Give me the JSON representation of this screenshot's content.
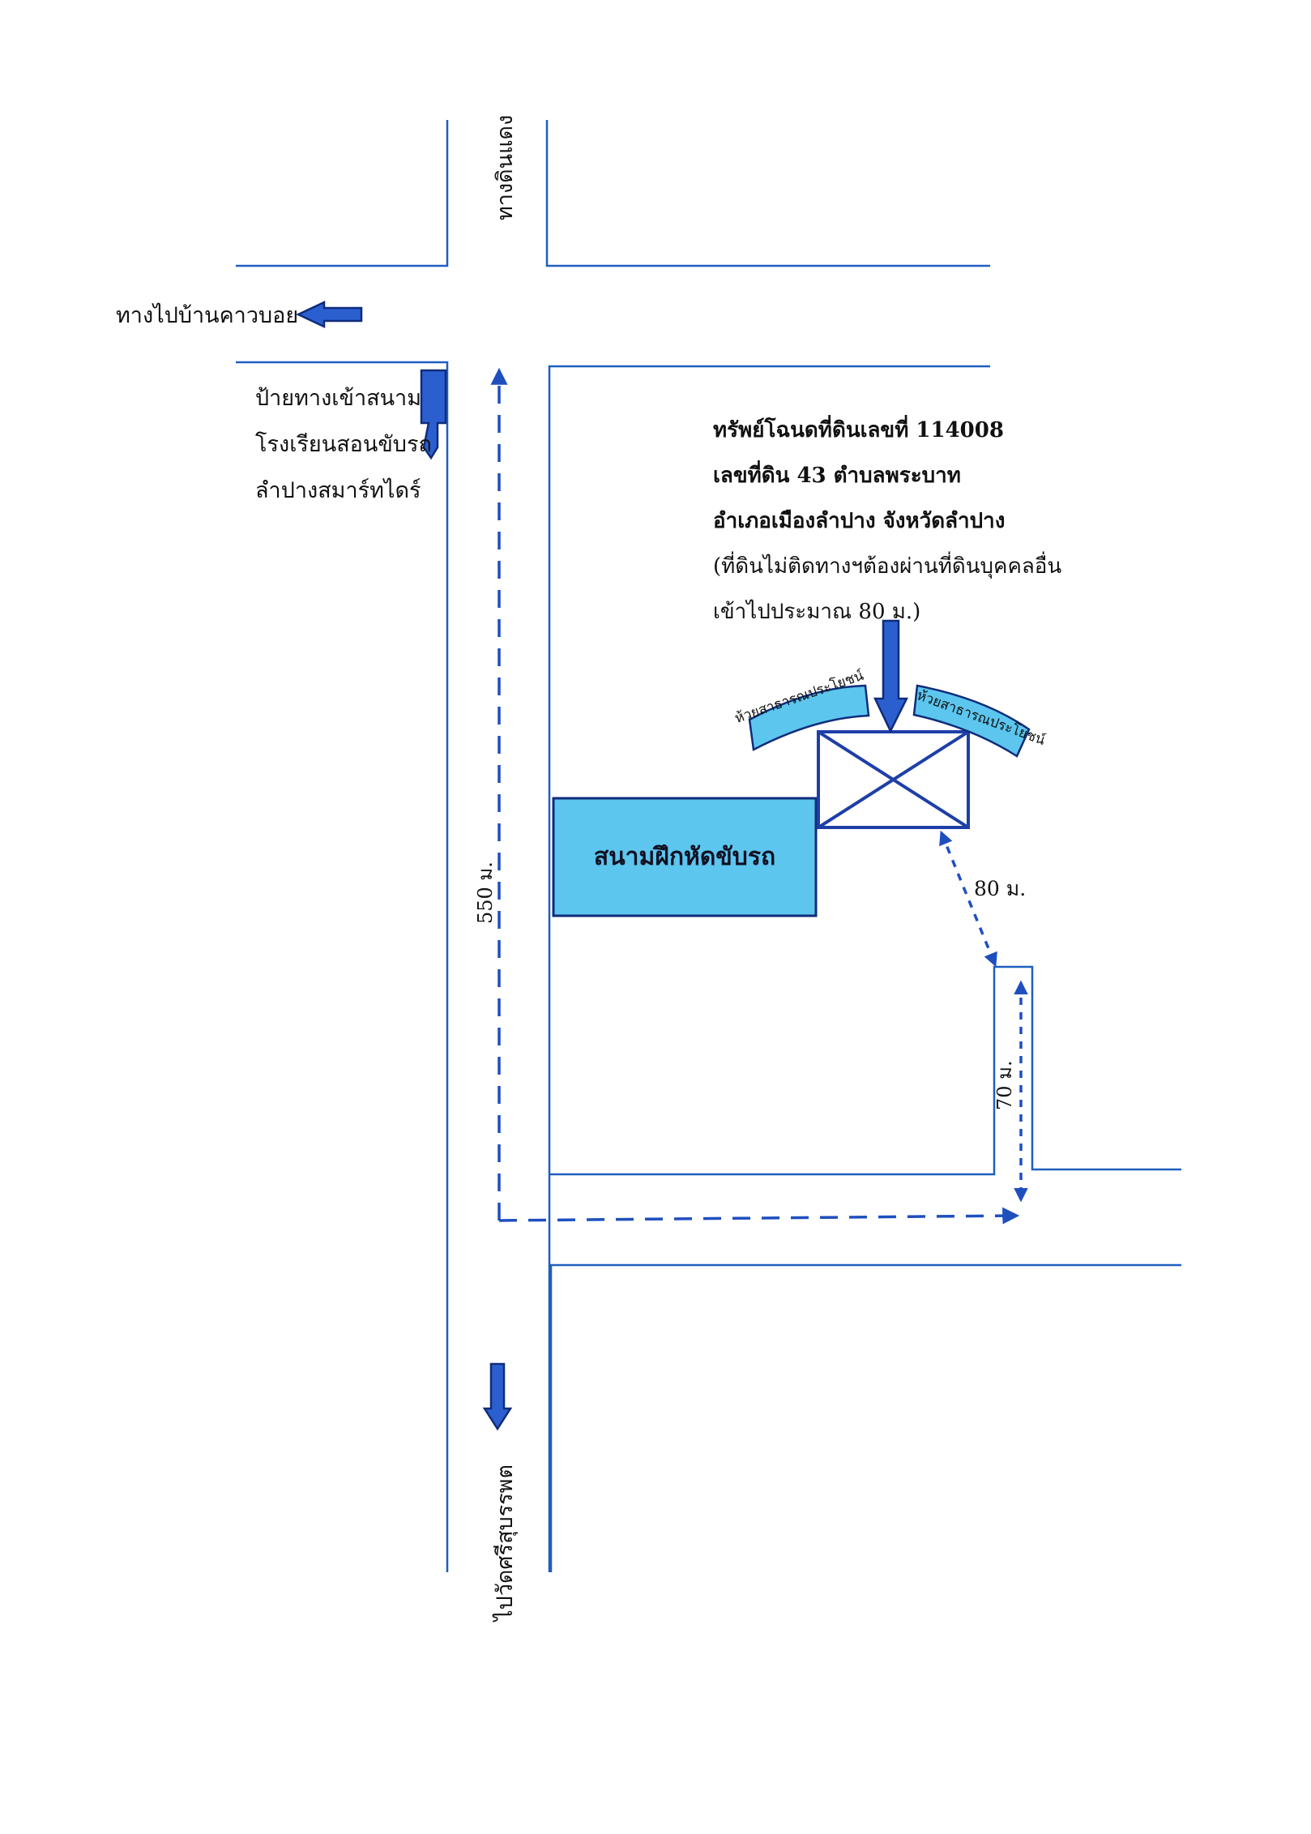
{
  "map": {
    "road_top_label": "ทางดินแดง",
    "road_left_label": "ทางไปบ้านคาวบอย",
    "road_bottom_label": "ไปวัดศรีสุบรรพต",
    "entrance_sign": [
      "ป้ายทางเข้าสนาม",
      "โรงเรียนสอนขับรถ",
      "ลำปางสมาร์ทไดร์"
    ],
    "parcel_info": {
      "line1": "ทรัพย์โฉนดที่ดินเลขที่ 114008",
      "line2": "เลขที่ดิน 43 ตำบลพระบาท",
      "line3": "อำเภอเมืองลำปาง จังหวัดลำปาง",
      "line4": "(ที่ดินไม่ติดทางฯต้องผ่านที่ดินบุคคลอื่น",
      "line5": "เข้าไปประมาณ 80 ม.)"
    },
    "training_field_label": "สนามฝึกหัดขับรถ",
    "creek_left_label": "ห้วยสาธารณประโยชน์",
    "creek_right_label": "ห้วยสาธารณประโยชน์",
    "distance_main": "550 ม.",
    "distance_side": "70 ม.",
    "distance_access": "80 ม.",
    "colors": {
      "road": "#1f5fbf",
      "field_fill": "#5cc6ef",
      "arrow": "#2b5fd0"
    }
  }
}
